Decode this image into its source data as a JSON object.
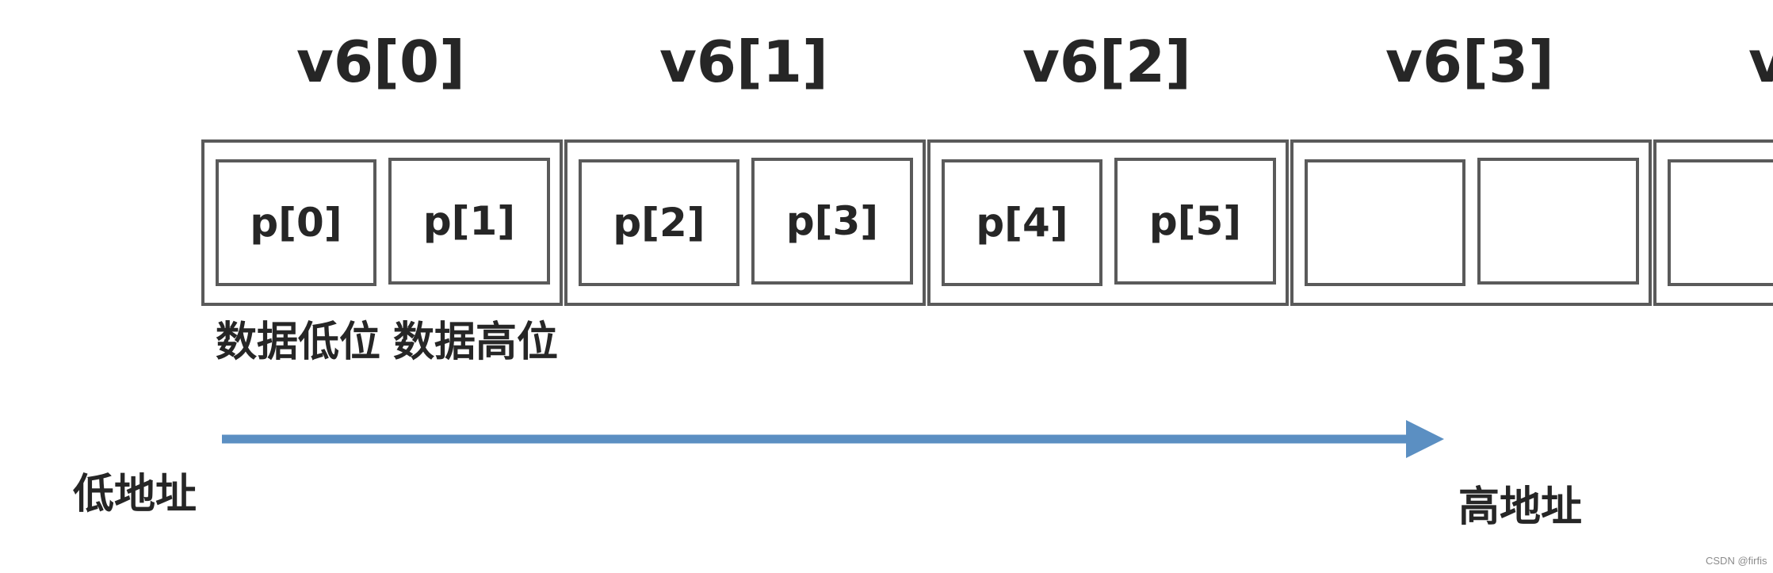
{
  "vector_labels": [
    "v6[0]",
    "v6[1]",
    "v6[2]",
    "v6[3]",
    "v"
  ],
  "cells": [
    "p[0]",
    "p[1]",
    "p[2]",
    "p[3]",
    "p[4]",
    "p[5]",
    "",
    "",
    "",
    ""
  ],
  "low_byte_label": "数据低位",
  "high_byte_label": "数据高位",
  "low_address_label": "低地址",
  "high_address_label": "高地址",
  "arrow_color": "#5b8fc2",
  "watermark": "CSDN @firfis"
}
